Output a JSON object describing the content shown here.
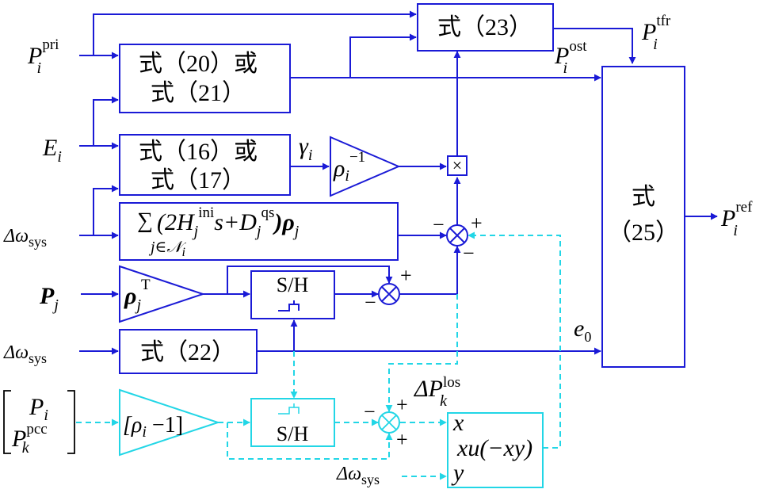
{
  "colors": {
    "main": "#1a1ad6",
    "aux": "#22d6e6"
  },
  "blocks": {
    "eq23": "式（23）",
    "eq20a": "式（20）或",
    "eq20b": "式（21）",
    "eq16a": "式（16）或",
    "eq16b": "式（17）",
    "eq22": "式（22）",
    "eq25a": "式",
    "eq25b": "（25）",
    "sh_top": "S/H",
    "sh_bottom": "S/H",
    "gain_rho_inv": {
      "base": "ρ",
      "sub": "i",
      "sup": "−1"
    },
    "gain_rho_T": {
      "base": "ρ",
      "sub": "j",
      "sup": "T"
    },
    "gain_rho_minus": {
      "text": "[ρ",
      "sub": "i",
      "tail": " −1]"
    },
    "sum_block": {
      "sigma": "∑",
      "expr1": "(2H",
      "sub1": "j",
      "sup1": "ini",
      "expr2": "s+D",
      "sub2": "j",
      "sup2": "qs",
      "expr3": ")ρ",
      "sub3": "j",
      "range": "j∈𝒩",
      "range_sub": "i"
    },
    "mult_symbol": "×",
    "func_block": {
      "in_x": "x",
      "expr": "xu(−xy)",
      "in_y": "y"
    }
  },
  "signals": {
    "P_pri": {
      "base": "P",
      "sub": "i",
      "sup": "pri"
    },
    "E_i": {
      "base": "E",
      "sub": "i"
    },
    "dw1": {
      "base": "Δω",
      "sub": "sys"
    },
    "P_j": {
      "base": "P",
      "sub": "j"
    },
    "dw2": {
      "base": "Δω",
      "sub": "sys"
    },
    "P_i": {
      "base": "P",
      "sub": "i"
    },
    "P_k_pcc": {
      "base": "P",
      "sub": "k",
      "sup": "pcc"
    },
    "dw3": {
      "base": "Δω",
      "sub": "sys"
    },
    "P_ost": {
      "base": "P",
      "sub": "i",
      "sup": "ost"
    },
    "P_tfr": {
      "base": "P",
      "sub": "i",
      "sup": "tfr"
    },
    "gamma": {
      "base": "γ",
      "sub": "i"
    },
    "e0": {
      "base": "e",
      "sub": "0"
    },
    "dP_los": {
      "base": "ΔP",
      "sub": "k",
      "sup": "los"
    },
    "P_ref": {
      "base": "P",
      "sub": "i",
      "sup": "ref"
    }
  },
  "signs": {
    "j1_minus": "−",
    "j1_plus": "+",
    "j1_bottom": "−",
    "j2_plus": "+",
    "j2_minus": "−",
    "j3_minus": "−",
    "j3_plus_top": "+",
    "j3_plus_bottom": "+"
  }
}
